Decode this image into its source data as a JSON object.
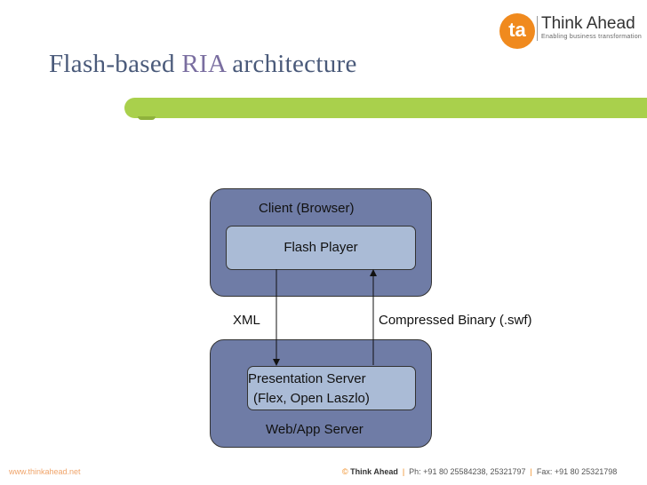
{
  "header": {
    "title_prefix": "Flash-based ",
    "title_accent": "RIA",
    "title_suffix": " architecture"
  },
  "logo": {
    "mark": "ta",
    "name": "Think Ahead",
    "tagline": "Enabling business transformation"
  },
  "diagram": {
    "client_box_label": "Client (Browser)",
    "flash_player_label": "Flash Player",
    "server_box_label": "Web/App Server",
    "presentation_server_line1": "Presentation Server",
    "presentation_server_line2": "(Flex, Open Laszlo)",
    "xml_label": "XML",
    "binary_label": "Compressed Binary (.swf)"
  },
  "footer": {
    "website": "www.thinkahead.net",
    "copyright_symbol": "©",
    "brand": "Think Ahead",
    "phone": "Ph: +91 80 25584238, 25321797",
    "fax": "Fax: +91 80 25321798",
    "separator": "|"
  },
  "colors": {
    "title_bar": "#a9d04c",
    "outer_box": "#6f7ca6",
    "inner_box": "#aabbd6",
    "logo_orange": "#f08a1e"
  }
}
